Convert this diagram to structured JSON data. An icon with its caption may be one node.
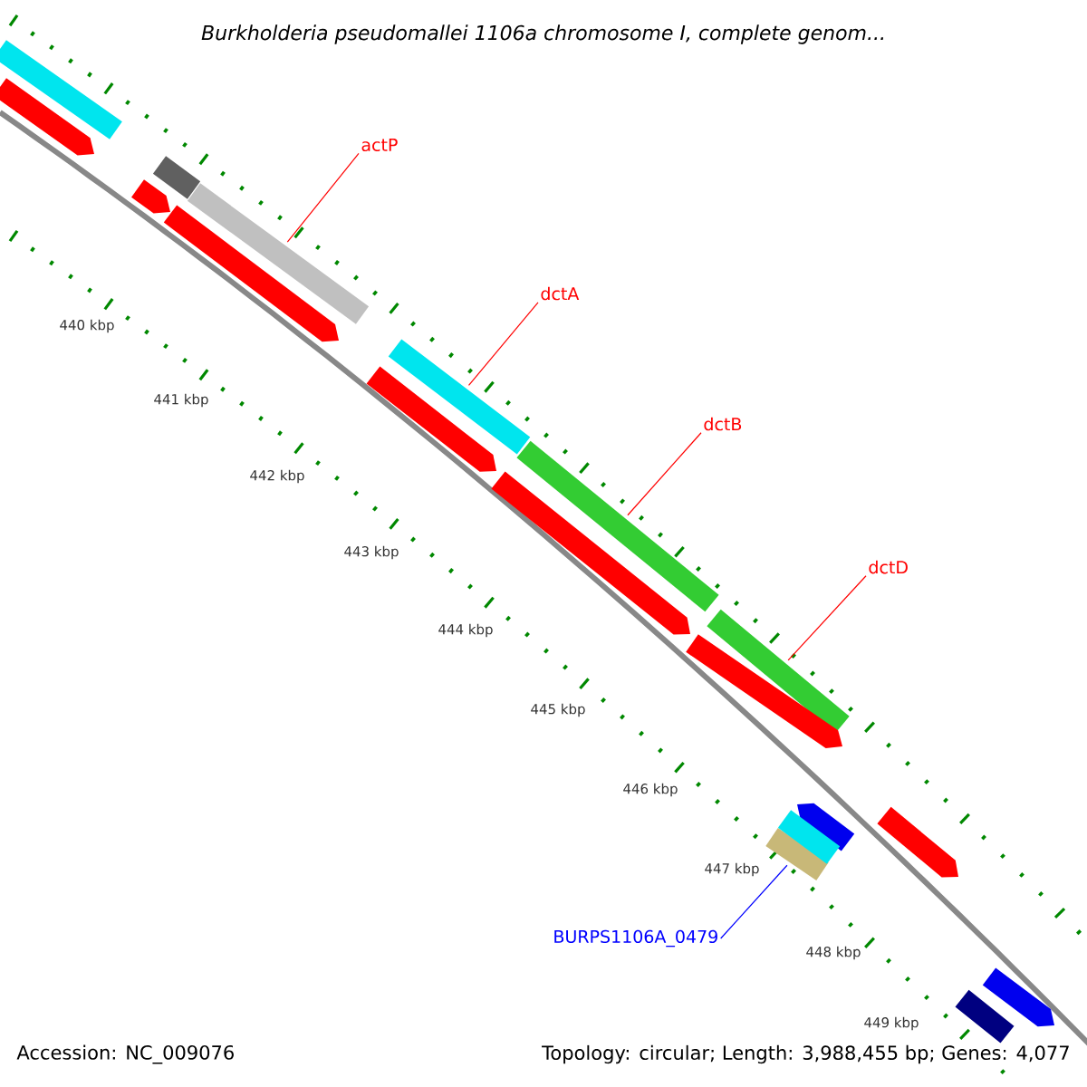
{
  "diagram": {
    "title": "Burkholderia pseudomallei 1106a chromosome I, complete genom...",
    "nodes": [
      {
        "text": [
          "actP"
        ]
      },
      {
        "text": [],
        "shape": "bar"
      },
      {
        "text": [
          "dctA"
        ]
      },
      {
        "text": [],
        "shape": "bar"
      },
      {
        "text": [
          "dctB"
        ]
      },
      {
        "text": [],
        "shape": "bar"
      },
      {
        "text": [
          "dctD"
        ]
      },
      {
        "text": [],
        "shape": "bar"
      },
      {
        "text": [
          "BURPS1106A_0479"
        ]
      },
      {
        "text": [],
        "shape": "bar"
      },
      {
        "text": [],
        "shape": "bar"
      },
      {
        "text": [],
        "shape": "arrow"
      },
      {
        "text": [],
        "shape": "bar"
      },
      {
        "text": [],
        "shape": "arrow"
      },
      {
        "text": [],
        "shape": "arrow"
      },
      {
        "text": [],
        "shape": "arrow"
      },
      {
        "text": [],
        "shape": "arrow"
      },
      {
        "text": [],
        "shape": "arrow"
      },
      {
        "text": [],
        "shape": "arrow"
      },
      {
        "text": [],
        "shape": "arrow"
      },
      {
        "text": [],
        "shape": "bar"
      },
      {
        "text": [],
        "shape": "bar"
      },
      {
        "text": [],
        "shape": "arrow"
      }
    ],
    "edges": [
      {
        "from": 0,
        "to": 1,
        "arrow": "none"
      },
      {
        "from": 2,
        "to": 3,
        "arrow": "none"
      },
      {
        "from": 4,
        "to": 5,
        "arrow": "none"
      },
      {
        "from": 6,
        "to": 7,
        "arrow": "none"
      },
      {
        "from": 8,
        "to": 9,
        "arrow": "none",
        "color": "#0000ff"
      }
    ],
    "labels": [
      "440 kbp",
      "441 kbp",
      "442 kbp",
      "443 kbp",
      "444 kbp",
      "445 kbp",
      "446 kbp",
      "447 kbp",
      "448 kbp",
      "449 kbp",
      "Accession: NC_009076",
      "Topology: circular; Length: 3,988,455 bp; Genes: 4,077"
    ]
  }
}
